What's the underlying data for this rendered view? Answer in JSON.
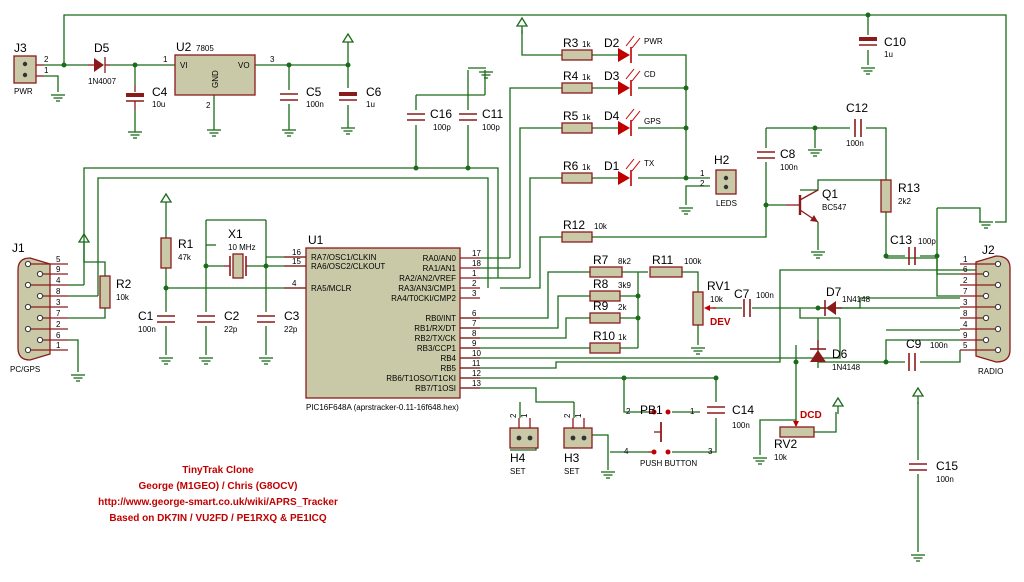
{
  "components": {
    "J3": {
      "ref": "J3",
      "label": "PWR",
      "pins": [
        "2",
        "1"
      ]
    },
    "D5": {
      "ref": "D5",
      "value": "1N4007"
    },
    "U2": {
      "ref": "U2",
      "value": "7805",
      "pin_vi": "VI",
      "pin_vo": "VO",
      "pin_gnd": "GND",
      "pins": [
        "1",
        "2",
        "3"
      ]
    },
    "C4": {
      "ref": "C4",
      "value": "10u"
    },
    "C5": {
      "ref": "C5",
      "value": "100n"
    },
    "C6": {
      "ref": "C6",
      "value": "1u"
    },
    "C10": {
      "ref": "C10",
      "value": "1u"
    },
    "C16": {
      "ref": "C16",
      "value": "100p"
    },
    "C11": {
      "ref": "C11",
      "value": "100p"
    },
    "R3": {
      "ref": "R3",
      "value": "1k"
    },
    "R4": {
      "ref": "R4",
      "value": "1k"
    },
    "R5": {
      "ref": "R5",
      "value": "1k"
    },
    "R6": {
      "ref": "R6",
      "value": "1k"
    },
    "D2": {
      "ref": "D2",
      "label": "PWR"
    },
    "D3": {
      "ref": "D3",
      "label": "CD"
    },
    "D4": {
      "ref": "D4",
      "label": "GPS"
    },
    "D1": {
      "ref": "D1",
      "label": "TX"
    },
    "H2": {
      "ref": "H2",
      "label": "LEDS",
      "pins": [
        "1",
        "2"
      ]
    },
    "C12": {
      "ref": "C12",
      "value": "100n"
    },
    "C8": {
      "ref": "C8",
      "value": "100n"
    },
    "Q1": {
      "ref": "Q1",
      "value": "BC547"
    },
    "R13": {
      "ref": "R13",
      "value": "2k2"
    },
    "R12": {
      "ref": "R12",
      "value": "10k"
    },
    "C13": {
      "ref": "C13",
      "value": "100p"
    },
    "J1": {
      "ref": "J1",
      "label": "PC/GPS",
      "pins": [
        "5",
        "9",
        "4",
        "8",
        "3",
        "7",
        "2",
        "6",
        "1"
      ]
    },
    "R2": {
      "ref": "R2",
      "value": "10k"
    },
    "R1": {
      "ref": "R1",
      "value": "47k"
    },
    "X1": {
      "ref": "X1",
      "value": "10 MHz"
    },
    "C1": {
      "ref": "C1",
      "value": "100n"
    },
    "C2": {
      "ref": "C2",
      "value": "22p"
    },
    "C3": {
      "ref": "C3",
      "value": "22p"
    },
    "U1": {
      "ref": "U1",
      "value": "PIC16F648A (aprstracker-0.11-16f648.hex)",
      "left_pins": [
        {
          "num": "16",
          "name": "RA7/OSC1/CLKIN"
        },
        {
          "num": "15",
          "name": "RA6/OSC2/CLKOUT"
        },
        {
          "num": "4",
          "name": "RA5/MCLR"
        }
      ],
      "right_pins": [
        {
          "num": "17",
          "name": "RA0/AN0"
        },
        {
          "num": "18",
          "name": "RA1/AN1"
        },
        {
          "num": "1",
          "name": "RA2/AN2/VREF"
        },
        {
          "num": "2",
          "name": "RA3/AN3/CMP1"
        },
        {
          "num": "3",
          "name": "RA4/T0CKI/CMP2"
        },
        {
          "num": "6",
          "name": "RB0/INT"
        },
        {
          "num": "7",
          "name": "RB1/RX/DT"
        },
        {
          "num": "8",
          "name": "RB2/TX/CK"
        },
        {
          "num": "9",
          "name": "RB3/CCP1"
        },
        {
          "num": "10",
          "name": "RB4"
        },
        {
          "num": "11",
          "name": "RB5"
        },
        {
          "num": "12",
          "name": "RB6/T1OSO/T1CKI"
        },
        {
          "num": "13",
          "name": "RB7/T1OSI"
        }
      ]
    },
    "R7": {
      "ref": "R7",
      "value": "8k2"
    },
    "R8": {
      "ref": "R8",
      "value": "3k9"
    },
    "R9": {
      "ref": "R9",
      "value": "2k"
    },
    "R10": {
      "ref": "R10",
      "value": "1k"
    },
    "R11": {
      "ref": "R11",
      "value": "100k"
    },
    "RV1": {
      "ref": "RV1",
      "value": "10k",
      "label": "DEV"
    },
    "C7": {
      "ref": "C7",
      "value": "100n"
    },
    "D7": {
      "ref": "D7",
      "value": "1N4148"
    },
    "D6": {
      "ref": "D6",
      "value": "1N4148"
    },
    "C9": {
      "ref": "C9",
      "value": "100n"
    },
    "J2": {
      "ref": "J2",
      "label": "RADIO",
      "pins": [
        "1",
        "6",
        "2",
        "7",
        "3",
        "8",
        "4",
        "9",
        "5"
      ]
    },
    "PB1": {
      "ref": "PB1",
      "label": "PUSH BUTTON",
      "pins": [
        "2",
        "1",
        "4",
        "3"
      ]
    },
    "C14": {
      "ref": "C14",
      "value": "100n"
    },
    "RV2": {
      "ref": "RV2",
      "value": "10k",
      "label": "DCD"
    },
    "C15": {
      "ref": "C15",
      "value": "100n"
    },
    "H4": {
      "ref": "H4",
      "label": "SET",
      "pins": [
        "2",
        "1"
      ]
    },
    "H3": {
      "ref": "H3",
      "label": "SET",
      "pins": [
        "2",
        "1"
      ]
    }
  },
  "credits": [
    "TinyTrak Clone",
    "George (M1GEO) / Chris (G8OCV)",
    "http://www.george-smart.co.uk/wiki/APRS_Tracker",
    "Based on DK7IN / VU2FD / PE1RXQ & PE1ICQ"
  ]
}
